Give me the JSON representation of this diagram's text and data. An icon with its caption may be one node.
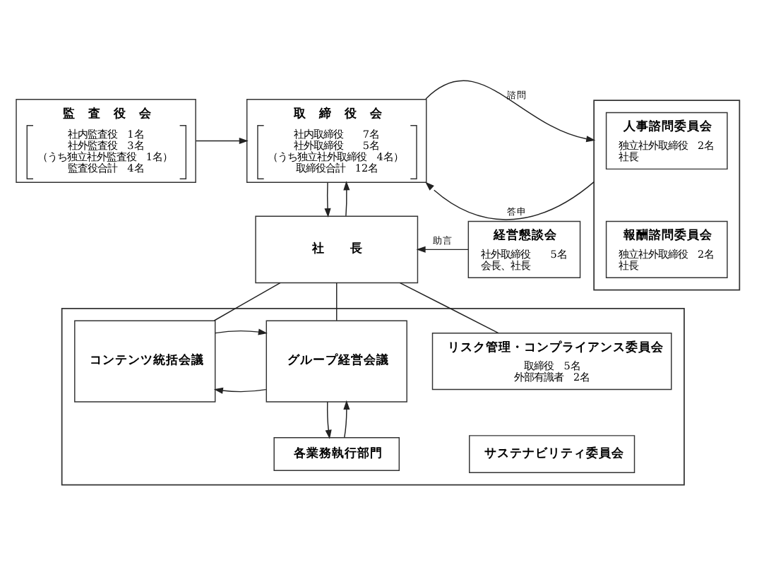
{
  "diagram": {
    "nodes": [
      {
        "text": [
          "監　査　役　会",
          "社内監査役　1名",
          "社外監査役　3名",
          "（うち独立社外監査役　1名）",
          "監査役合計　4名"
        ]
      },
      {
        "text": [
          "取　締　役　会",
          "社内取締役　　7名",
          "社外取締役　　5名",
          "（うち独立社外取締役　4名）",
          "取締役合計　12名"
        ]
      },
      {
        "text": [],
        "shape": "box"
      },
      {
        "text": [
          "人事諮問委員会",
          "独立社外取締役　2名",
          "社長"
        ],
        "in": 2
      },
      {
        "text": [
          "報酬諮問委員会",
          "独立社外取締役　2名",
          "社長"
        ],
        "in": 2
      },
      {
        "text": [
          "社　　長"
        ]
      },
      {
        "text": [
          "経営懇談会",
          "社外取締役　　5名",
          "会長、社長"
        ]
      },
      {
        "text": [],
        "shape": "box"
      },
      {
        "text": [
          "コンテンツ統括会議"
        ],
        "in": 7
      },
      {
        "text": [
          "グループ経営会議"
        ],
        "in": 7
      },
      {
        "text": [
          "リスク管理・コンプライアンス委員会",
          "取締役　5名",
          "外部有識者　2名"
        ],
        "in": 7
      },
      {
        "text": [
          "サステナビリティ委員会"
        ],
        "in": 7
      },
      {
        "text": [
          "各業務執行部門"
        ],
        "in": 7
      }
    ],
    "edges": [
      {
        "from": 0,
        "to": 1,
        "arrow": "to"
      },
      {
        "from": 1,
        "to": 2,
        "arrow": "to",
        "label": "諮問"
      },
      {
        "from": 2,
        "to": 1,
        "arrow": "to",
        "label": "答申"
      },
      {
        "from": 5,
        "to": 1,
        "arrow": "to"
      },
      {
        "from": 1,
        "to": 5,
        "arrow": "to"
      },
      {
        "from": 6,
        "to": 5,
        "arrow": "to",
        "label": "助言"
      },
      {
        "from": 5,
        "to": 8,
        "arrow": "none"
      },
      {
        "from": 5,
        "to": 9,
        "arrow": "none"
      },
      {
        "from": 5,
        "to": 10,
        "arrow": "none"
      },
      {
        "from": 9,
        "to": 8,
        "arrow": "to"
      },
      {
        "from": 8,
        "to": 9,
        "arrow": "to"
      },
      {
        "from": 12,
        "to": 9,
        "arrow": "to"
      },
      {
        "from": 9,
        "to": 12,
        "arrow": "to"
      }
    ]
  }
}
